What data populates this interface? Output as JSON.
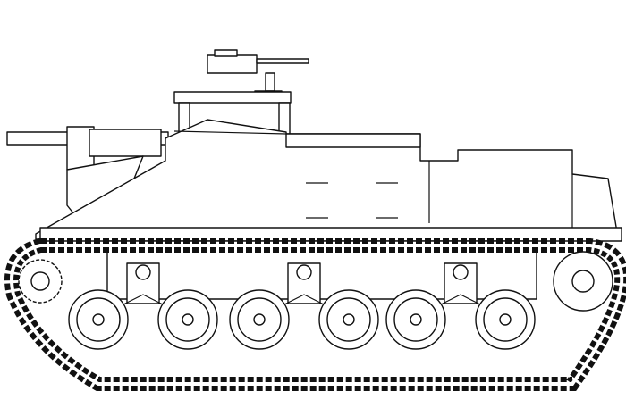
{
  "drawing": {
    "subject": "tracked-vehicle-side-view",
    "style": "black line art on white",
    "colors": {
      "line": "#111111",
      "background": "#ffffff"
    },
    "road_wheel_count": 6,
    "bogie_count": 3
  }
}
